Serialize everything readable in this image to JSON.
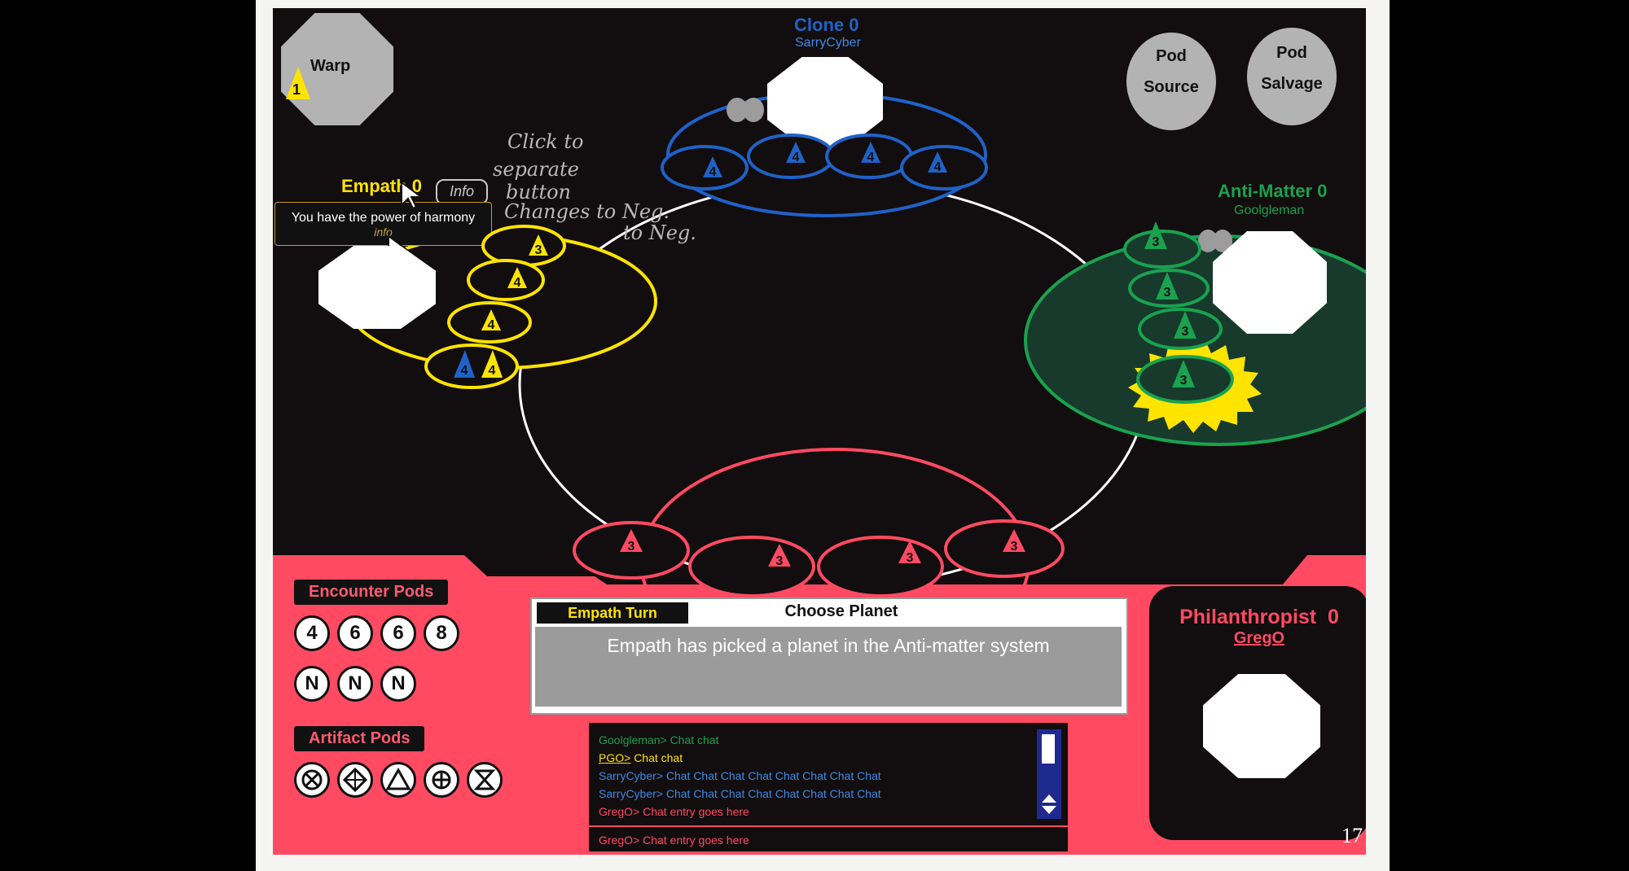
{
  "players": {
    "clone": {
      "name": "Clone 0",
      "user": "SarryCyber",
      "color": "#1f62c9"
    },
    "empath": {
      "name": "Empath 0",
      "color": "#ffe400"
    },
    "antimatter": {
      "name": "Anti-Matter 0",
      "user": "Goolgleman",
      "color": "#1aa24f"
    },
    "philanthropist": {
      "name": "Philanthropist  0",
      "user": "GregO",
      "color": "#ff4a62"
    }
  },
  "warp": {
    "label": "Warp",
    "count": "1"
  },
  "pods": {
    "source_1": "Pod",
    "source_2": "Source",
    "salvage_1": "Pod",
    "salvage_2": "Salvage"
  },
  "info_button": "Info",
  "tooltip": {
    "text": "You have the power of harmony",
    "sub": "info"
  },
  "handwritten_note": [
    "Click to",
    "separate",
    "button",
    "Changes to Neg.",
    "to Neg."
  ],
  "ship_counts": {
    "clone": [
      "4",
      "4",
      "4",
      "4"
    ],
    "empath": [
      "3",
      "4",
      "4",
      "4",
      "4"
    ],
    "antimatter": [
      "3",
      "3",
      "3",
      "3"
    ],
    "philanthropist": [
      "3",
      "3",
      "3",
      "3"
    ]
  },
  "encounter_pods": {
    "title": "Encounter Pods",
    "row1": [
      "4",
      "6",
      "6",
      "8"
    ],
    "row2": [
      "N",
      "N",
      "N"
    ]
  },
  "artifact_pods": {
    "title": "Artifact Pods",
    "icons": [
      "circle-x-icon",
      "diamond-cross-icon",
      "triangle-icon",
      "circle-plus-icon",
      "hourglass-icon"
    ]
  },
  "turn_panel": {
    "turn_label": "Empath Turn",
    "phase": "Choose Planet",
    "message": "Empath has picked a planet in the Anti-matter system"
  },
  "chat": {
    "lines": [
      {
        "user": "Goolgleman>",
        "text": "Chat chat"
      },
      {
        "user": "PGO>",
        "text": "Chat chat"
      },
      {
        "user": "SarryCyber>",
        "text": "Chat Chat Chat Chat Chat Chat Chat Chat"
      },
      {
        "user": "SarryCyber>",
        "text": "Chat Chat Chat Chat Chat Chat Chat Chat"
      },
      {
        "user": "GregO>",
        "text": "Chat entry goes here"
      }
    ],
    "input_value": "GregO> Chat entry goes here"
  },
  "page_number": "17"
}
